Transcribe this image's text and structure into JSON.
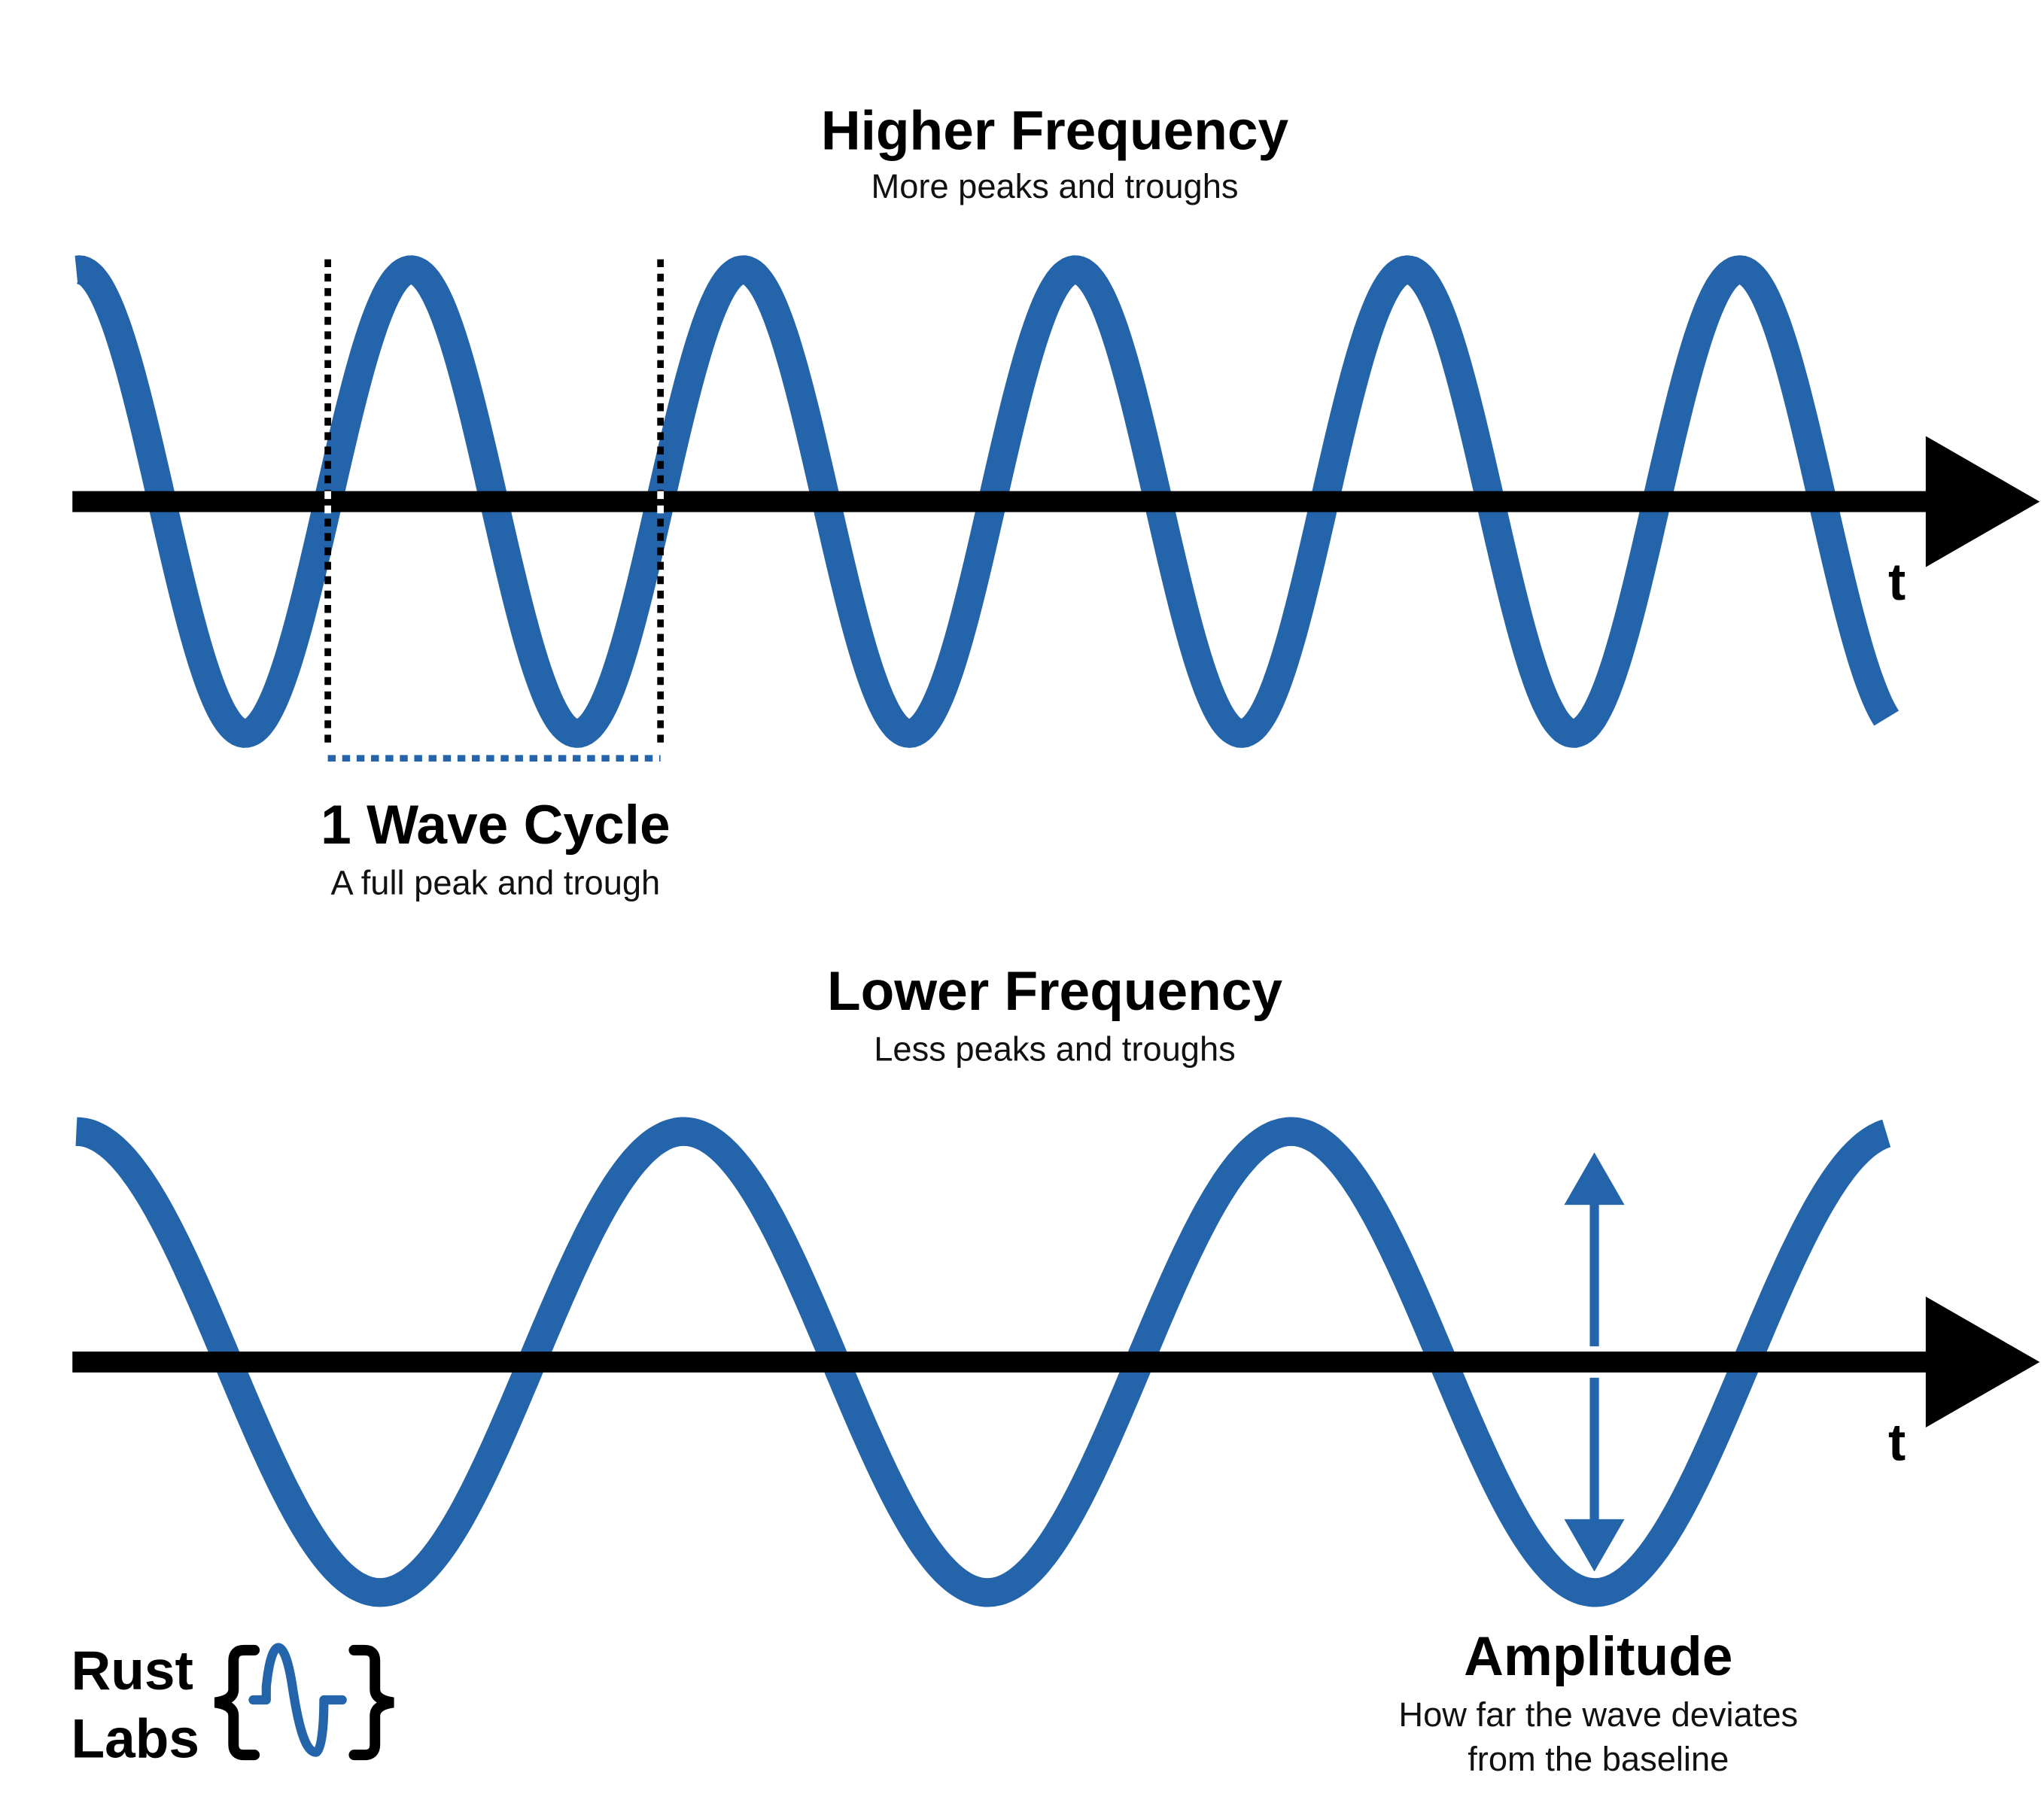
{
  "colors": {
    "wave": "#2364AA",
    "axis": "#000000",
    "background": "#ffffff"
  },
  "top_panel": {
    "title": "Higher Frequency",
    "subtitle": "More peaks and troughs",
    "axis_label": "t",
    "cycles_shown": 5.45,
    "cycle_annotation": {
      "title": "1 Wave Cycle",
      "subtitle": "A full peak and trough"
    }
  },
  "bottom_panel": {
    "title": "Lower Frequency",
    "subtitle": "Less peaks and troughs",
    "axis_label": "t",
    "cycles_shown": 2.98,
    "amplitude_annotation": {
      "title": "Amplitude",
      "subtitle_line1": "How far the wave deviates",
      "subtitle_line2": "from the baseline"
    }
  },
  "logo": {
    "line1": "Rust",
    "line2": "Labs"
  }
}
